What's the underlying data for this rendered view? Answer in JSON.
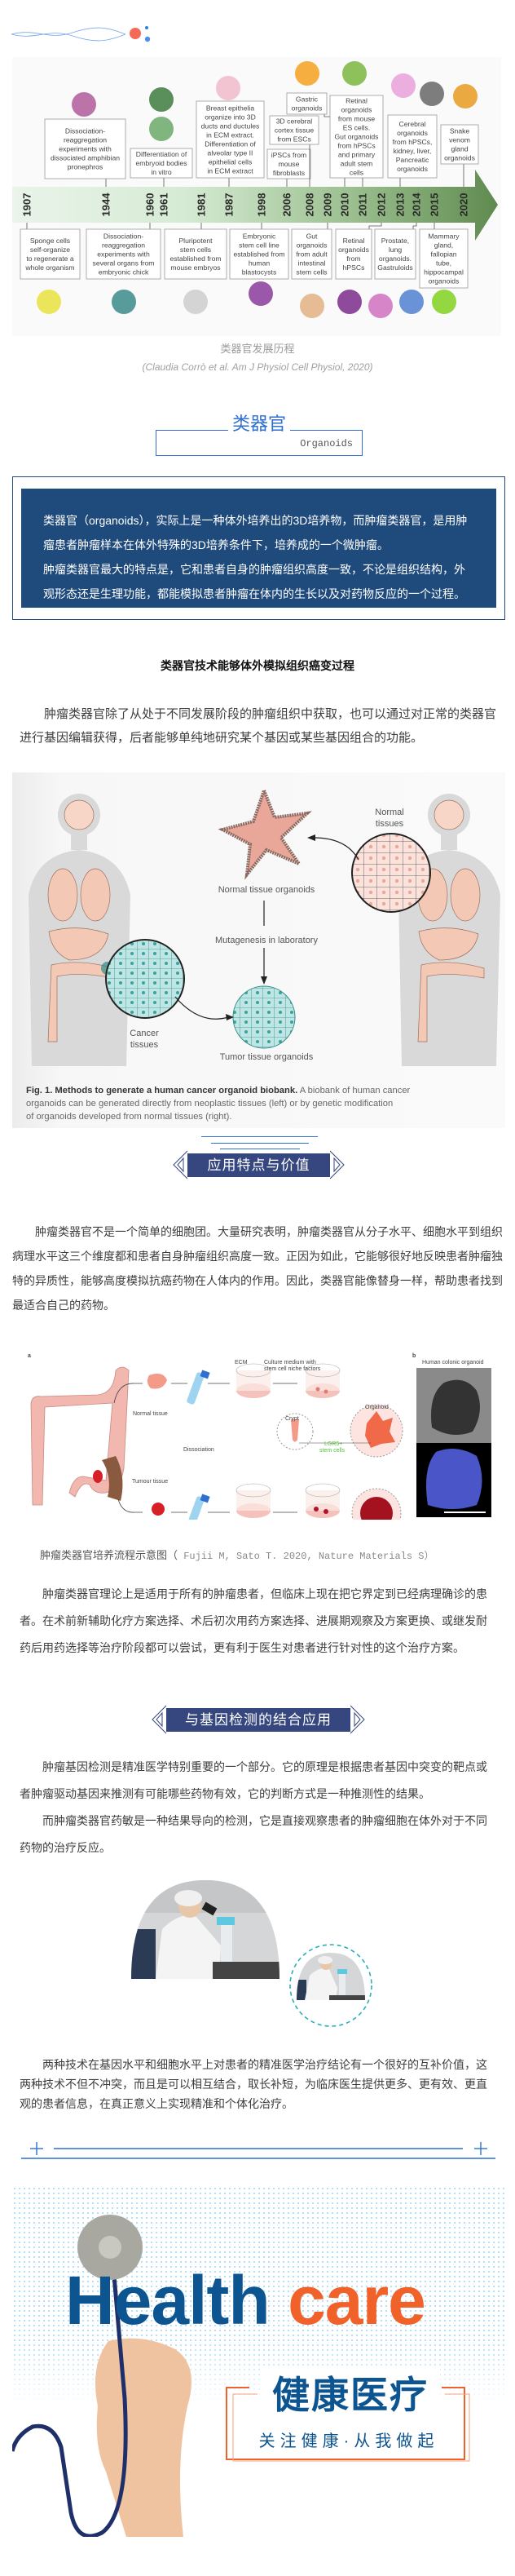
{
  "timeline": {
    "years": [
      "1907",
      "1944",
      "1960",
      "1961",
      "1981",
      "1987",
      "1998",
      "2006",
      "2008",
      "2009",
      "2010",
      "2011",
      "2012",
      "2013",
      "2014",
      "2015",
      "2020"
    ],
    "top_boxes": [
      [
        "Dissociation-",
        "reaggregation",
        "experiments with",
        "dissociated amphibian",
        "pronephros"
      ],
      [
        "Differentiation of",
        "embryoid bodies",
        "in vitro"
      ],
      [
        "Breast epithelia",
        "organize into 3D",
        "ducts and ductules",
        "in ECM extract.",
        "Differentiation of",
        "alveolar type II",
        "epithelial cells",
        "in ECM extract"
      ],
      [
        "iPSCs from",
        "mouse",
        "fibroblasts"
      ],
      [
        "3D cerebral",
        "cortex tissue",
        "from ESCs"
      ],
      [
        "Gastric",
        "organoids"
      ],
      [
        "Retinal",
        "organoids",
        "from mouse",
        "ES cells.",
        "Gut organoids",
        "from hPSCs",
        "and primary",
        "adult stem",
        "cells"
      ],
      [
        "Cerebral",
        "organoids",
        "from hPSCs,",
        "kidney, liver,",
        "Pancreatic",
        "organoids"
      ],
      [
        "Snake",
        "venom",
        "gland",
        "organoids"
      ]
    ],
    "bottom_boxes": [
      [
        "Sponge cells",
        "self-organize",
        "to regenerate a",
        "whole organism"
      ],
      [
        "Dissociation-",
        "reaggregation",
        "experiments with",
        "several organs from",
        "embryonic chick"
      ],
      [
        "Pluripotent",
        "stem cells",
        "established from",
        "mouse embryos"
      ],
      [
        "Embryonic",
        "stem cell line",
        "established from",
        "human",
        "blastocysts"
      ],
      [
        "Gut",
        "organoids",
        "from adult",
        "intestinal",
        "stem cells"
      ],
      [
        "Retinal",
        "organoids",
        "from",
        "hPSCs"
      ],
      [
        "Prostate,",
        "lung",
        "organoids.",
        "Gastruloids"
      ],
      [
        "Mammary",
        "gland,",
        "fallopian",
        "tube,",
        "hippocampal",
        "organoids"
      ]
    ],
    "caption": "类器官发展历程",
    "citation": "(Claudia Corrò et al. Am J Physiol Cell Physiol, 2020)"
  },
  "section_title": {
    "zh": "类器官",
    "en": "Organoids"
  },
  "intro_box": {
    "lines": [
      "类器官（organoids），实际上是一种体外培养出的3D培养物，而肿瘤类器官，是用肿",
      "瘤患者肿瘤样本在体外特殊的3D培养条件下，培养成的一个微肿瘤。",
      "肿瘤类器官最大的特点是，它和患者自身的肿瘤组织高度一致，不论是组织结构，外",
      "观形态还是生理功能，都能模拟患者肿瘤在体内的生长以及对药物反应的一个过程。"
    ]
  },
  "heading1": "类器官技术能够体外模拟组织癌变过程",
  "para1": [
    "肿瘤类器官除了从处于不同发展阶段的肿瘤组织中获取，也可以通过对正常的类器官",
    "进行基因编辑获得，后者能够单纯地研究某个基因或某些基因组合的功能。"
  ],
  "figure2": {
    "normal_tissue_organoids": "Normal tissue organoids",
    "normal_tissues": [
      "Normal",
      "tissues"
    ],
    "mutagenesis": "Mutagenesis in laboratory",
    "cancer_tissues": [
      "Cancer",
      "tissues"
    ],
    "tumor_tissue_organoids": "Tumor tissue organoids",
    "caption_bold": "Fig. 1. Methods to generate a human cancer organoid biobank.",
    "caption_lines": [
      " A biobank of human cancer",
      "organoids can be generated directly from neoplastic tissues (left) or by genetic modification",
      "of organoids developed from normal tissues (right)."
    ]
  },
  "banner1": "应用特点与价值",
  "para2": [
    "肿瘤类器官不是一个简单的细胞团。大量研究表明，肿瘤类器官从分子水平、细胞水平到组织",
    "病理水平这三个维度都和患者自身肿瘤组织高度一致。正因为如此，它能够很好地反映患者肿瘤独",
    "特的异质性，能够高度模拟抗癌药物在人体内的作用。因此，类器官能像替身一样，帮助患者找到",
    "最适合自己的药物。"
  ],
  "figure3": {
    "panel_a": "a",
    "panel_b": "b",
    "ecm": "ECM",
    "culture_medium": [
      "Culture medium with",
      "stem cell niche factors"
    ],
    "normal_tissue": "Normal tissue",
    "crypt": "Crypt",
    "organoid": "Organoid",
    "dissociation": "Dissociation",
    "lgr5": [
      "LGR5+",
      "stem cells"
    ],
    "tumour_tissue": "Tumour tissue",
    "human_colonic_organoid": "Human colonic organoid",
    "caption_zh": "肿瘤类器官培养流程示意图（",
    "caption_ref": " Fujii M, Sato T. 2020, Nature Materials S）"
  },
  "para3": [
    "肿瘤类器官理论上是适用于所有的肿瘤患者，但临床上现在把它界定到已经病理确诊的患",
    "者。在术前新辅助化疗方案选择、术后初次用药方案选择、进展期观察及方案更换、或继发耐",
    "药后用药选择等治疗阶段都可以尝试，更有利于医生对患者进行针对性的这个治疗方案。"
  ],
  "banner2": "与基因检测的结合应用",
  "para4": [
    "肿瘤基因检测是精准医学特别重要的一个部分。它的原理是根据患者基因中突变的靶点或",
    "者肿瘤驱动基因来推测有可能哪些药物有效，它的判断方式是一种推测性的结果。"
  ],
  "para5": [
    "而肿瘤类器官药敏是一种结果导向的检测，它是直接观察患者的肿瘤细胞在体外对于不同",
    "药物的治疗反应。"
  ],
  "para6": [
    "两种技术在基因水平和细胞水平上对患者的精准医学治疗结论有一个很好的互补价值，这",
    "两种技术不但不冲突，而且是可以相互结合，取长补短，为临床医生提供更多、更有效、更直",
    "观的患者信息，在真正意义上实现精准和个体化治疗。"
  ],
  "footer_banner": {
    "health": "Health",
    "care": "care",
    "title_zh": "健康医疗",
    "slogan": "关注健康·从我做起"
  },
  "colors": {
    "accent_blue": "#2f6fd0",
    "navy": "#1f4a7c",
    "banner": "#36467e",
    "health_blue": "#0d5591",
    "care_orange": "#f0622a"
  }
}
